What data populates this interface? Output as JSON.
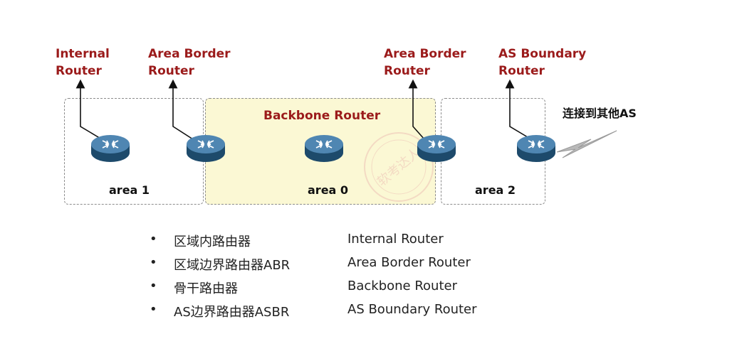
{
  "labels": {
    "internal_router": [
      "Internal",
      "Router"
    ],
    "abr_left": [
      "Area Border",
      "Router"
    ],
    "abr_right": [
      "Area Border",
      "Router"
    ],
    "asbr": [
      "AS Boundary",
      "Router"
    ],
    "backbone_router": "Backbone Router",
    "connect_other_as": "连接到其他AS"
  },
  "areas": {
    "area1": "area 1",
    "area0": "area 0",
    "area2": "area 2"
  },
  "legend": [
    {
      "bullet": "•",
      "cn": "区域内路由器",
      "en": "Internal Router"
    },
    {
      "bullet": "•",
      "cn": "区域边界路由器ABR",
      "en": "Area Border Router"
    },
    {
      "bullet": "•",
      "cn": "骨干路由器",
      "en": "Backbone Router"
    },
    {
      "bullet": "•",
      "cn": "AS边界路由器ASBR",
      "en": "AS Boundary Router"
    }
  ],
  "colors": {
    "label_red": "#9b1b1b",
    "backbone_fill": "#fbf8d4",
    "router_blue": "#2c5f86",
    "link_gray": "#9a9a9a"
  }
}
